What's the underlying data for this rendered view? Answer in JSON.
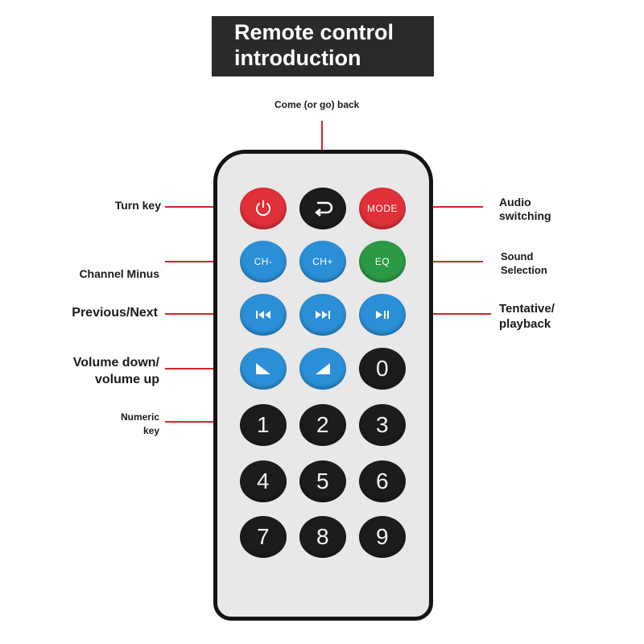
{
  "title": {
    "line1": "Remote control",
    "line2": "introduction"
  },
  "colors": {
    "red": "#e0303a",
    "blue": "#2a8fd6",
    "green": "#2c9a45",
    "black": "#1c1c1c",
    "line": "#d8232a"
  },
  "buttons": {
    "power": {
      "icon": "power-icon"
    },
    "back": {
      "icon": "back-arrow-icon"
    },
    "mode": {
      "label": "MODE"
    },
    "ch_minus": {
      "label": "CH-"
    },
    "ch_plus": {
      "label": "CH+"
    },
    "eq": {
      "label": "EQ"
    },
    "prev": {
      "icon": "previous-icon"
    },
    "next": {
      "icon": "next-icon"
    },
    "play_pause": {
      "icon": "play-pause-icon"
    },
    "vol_down": {
      "icon": "volume-down-icon"
    },
    "vol_up": {
      "icon": "volume-up-icon"
    },
    "numbers": [
      "0",
      "1",
      "2",
      "3",
      "4",
      "5",
      "6",
      "7",
      "8",
      "9"
    ]
  },
  "annotations": {
    "back": "Come (or go) back",
    "turn_key": "Turn key",
    "audio_switching_1": "Audio",
    "audio_switching_2": "switching",
    "channel_minus": "Channel Minus",
    "sound_selection_1": "Sound",
    "sound_selection_2": "Selection",
    "prev_next": "Previous/Next",
    "tentative_1": "Tentative/",
    "tentative_2": "playback",
    "volume_1": "Volume down/",
    "volume_2": "volume up",
    "numeric_1": "Numeric",
    "numeric_2": "key"
  }
}
